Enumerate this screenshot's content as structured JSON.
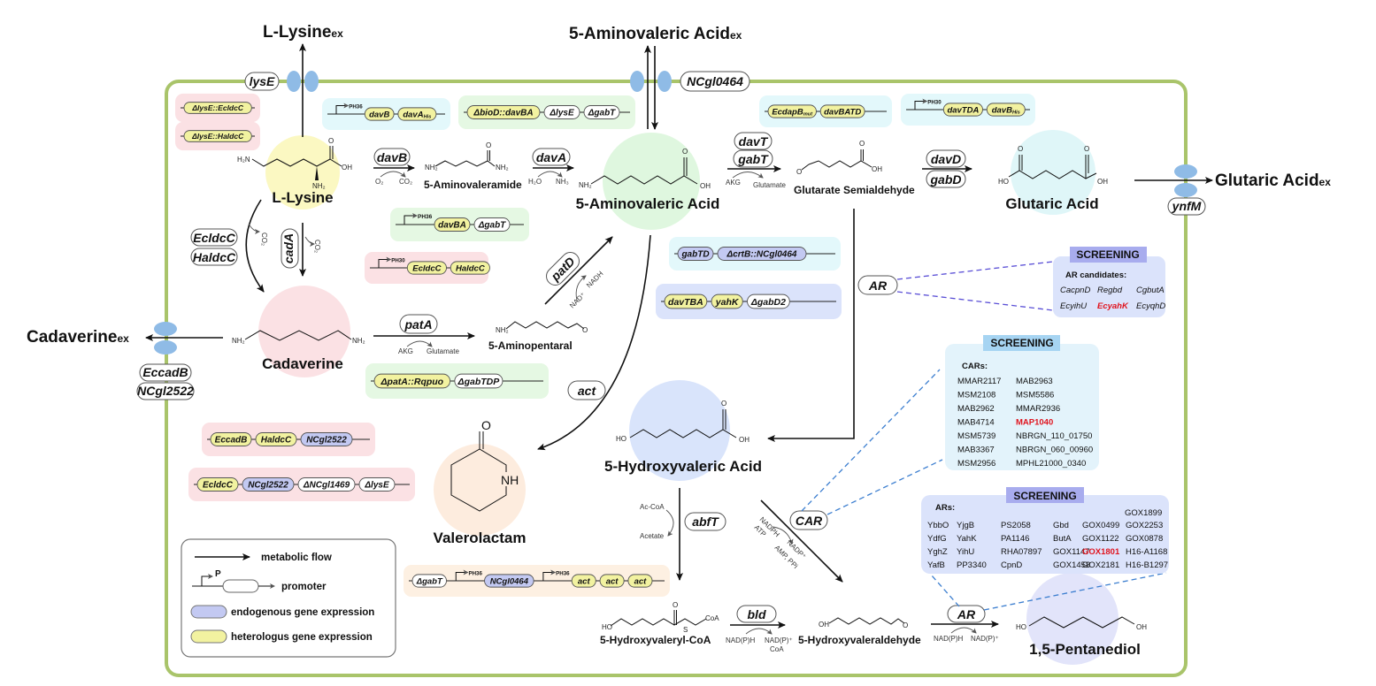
{
  "colors": {
    "membrane": "#a9c46a",
    "transporter": "#8fbbe6",
    "heterologous_gene": "#f2f2a0",
    "endogenous_gene": "#c3c9f2",
    "box_pink": "#fbe1e4",
    "box_green": "#e5f8e3",
    "box_cyan": "#e3f8fb",
    "box_blue": "#dbe3fb",
    "box_peach": "#fdf0e2",
    "screening_header": "#a8acee",
    "highlight": "#e0141e",
    "dashed_blue": "#3d7fd0",
    "dashed_purple": "#5a4fd6"
  },
  "extracellular": {
    "lysine": {
      "name": "L-Lysine",
      "suffix": "ex"
    },
    "ava": {
      "name": "5-Aminovaleric Acid",
      "suffix": "ex"
    },
    "glutaric": {
      "name": "Glutaric Acid",
      "suffix": "ex"
    },
    "cadaverine": {
      "name": "Cadaverine",
      "suffix": "ex"
    }
  },
  "transporters": {
    "lysE": "lysE",
    "ncgl0464": "NCgl0464",
    "ynfM": "ynfM",
    "eccadB": "EccadB",
    "ncgl2522": "NCgl2522"
  },
  "metabolites": {
    "lysine": "L-Lysine",
    "aminovaleramide": "5-Aminovaleramide",
    "ava": "5-Aminovaleric Acid",
    "glutarate_semialdehyde": "Glutarate Semialdehyde",
    "glutaric": "Glutaric Acid",
    "cadaverine": "Cadaverine",
    "aminopentanal": "5-Aminopentaral",
    "valerolactam": "Valerolactam",
    "hydroxyvaleric": "5-Hydroxyvaleric Acid",
    "hydroxyvaleryl_coa": "5-Hydroxyvaleryl-CoA",
    "hydroxyvaleraldehyde": "5-Hydroxyvaleraldehyde",
    "pentanediol": "1,5-Pentanediol"
  },
  "enzymes": {
    "davB": "davB",
    "davA": "davA",
    "davT": "davT",
    "gabT": "gabT",
    "davD": "davD",
    "gabD": "gabD",
    "ecldcC": "EcldcC",
    "haldcC": "HaldcC",
    "cadA": "cadA",
    "patA": "patA",
    "patD": "patD",
    "act": "act",
    "AR": "AR",
    "CAR": "CAR",
    "abfT": "abfT",
    "bld": "bld",
    "AR2": "AR"
  },
  "cofactors": {
    "o2": "O₂",
    "co2": "CO₂",
    "h2o": "H₂O",
    "nh3": "NH₃",
    "akg": "AKG",
    "glutamate": "Glutamate",
    "nad": "NAD⁺",
    "nadh": "NADH",
    "accoa": "Ac-CoA",
    "acetate": "Acetate",
    "nadph": "NADPH",
    "atp": "ATP",
    "nadp": "NADP⁺",
    "amp_ppi": "AMP, PPi",
    "nadph_p": "NAD(P)H",
    "nadp_p": "NAD(P)⁺",
    "coa": "CoA",
    "co2_a": "CO₂",
    "co2_b": "CO₂"
  },
  "chem_labels": {
    "h2n": "H₂N",
    "nh2": "NH₂",
    "oh": "OH",
    "ho": "HO",
    "o": "O",
    "nh": "NH",
    "s": "S",
    "coa": "CoA"
  },
  "constructs": [
    {
      "id": "c1",
      "color": "pink",
      "promoter": null,
      "genes": [
        {
          "label": "ΔlysE::EcldcC",
          "type": "heterologous"
        }
      ]
    },
    {
      "id": "c2",
      "color": "pink",
      "promoter": null,
      "genes": [
        {
          "label": "ΔlysE::HaldcC",
          "type": "heterologous"
        }
      ]
    },
    {
      "id": "c3",
      "color": "cyan",
      "promoter": "PH36",
      "genes": [
        {
          "label": "davB",
          "type": "heterologous"
        },
        {
          "label": "davA",
          "sub": "His",
          "type": "heterologous"
        }
      ]
    },
    {
      "id": "c4",
      "color": "green",
      "promoter": null,
      "genes": [
        {
          "label": "ΔbioD::davBA",
          "type": "heterologous"
        },
        {
          "label": "ΔlysE",
          "type": "deletion"
        },
        {
          "label": "ΔgabT",
          "type": "deletion"
        }
      ]
    },
    {
      "id": "c5",
      "color": "cyan",
      "promoter": null,
      "genes": [
        {
          "label": "EcdapB",
          "sub": "mut",
          "type": "heterologous"
        },
        {
          "label": "davBATD",
          "type": "heterologous"
        }
      ]
    },
    {
      "id": "c6",
      "color": "cyan",
      "promoter": "PH30",
      "genes": [
        {
          "label": "davTDA",
          "type": "heterologous"
        },
        {
          "label": "davB",
          "sub": "His",
          "type": "heterologous"
        }
      ]
    },
    {
      "id": "c7",
      "color": "green",
      "promoter": "PH36",
      "genes": [
        {
          "label": "davBA",
          "type": "heterologous"
        },
        {
          "label": "ΔgabT",
          "type": "deletion"
        }
      ]
    },
    {
      "id": "c8",
      "color": "pink",
      "promoter": "PH30",
      "genes": [
        {
          "label": "EcldcC",
          "type": "heterologous"
        },
        {
          "label": "HaldcC",
          "type": "heterologous"
        }
      ]
    },
    {
      "id": "c9",
      "color": "cyan",
      "promoter": null,
      "genes": [
        {
          "label": "gabTD",
          "type": "endogenous"
        },
        {
          "label": "ΔcrtB::NCgl0464",
          "type": "endogenous"
        }
      ]
    },
    {
      "id": "c10",
      "color": "blue",
      "promoter": null,
      "genes": [
        {
          "label": "davTBA",
          "type": "heterologous"
        },
        {
          "label": "yahK",
          "type": "heterologous"
        },
        {
          "label": "ΔgabD2",
          "type": "deletion"
        }
      ]
    },
    {
      "id": "c11",
      "color": "green",
      "promoter": null,
      "genes": [
        {
          "label": "ΔpatA::Rqpuo",
          "type": "heterologous"
        },
        {
          "label": "ΔgabTDP",
          "type": "deletion"
        }
      ]
    },
    {
      "id": "c12",
      "color": "pink",
      "promoter": null,
      "genes": [
        {
          "label": "EccadB",
          "type": "heterologous"
        },
        {
          "label": "HaldcC",
          "type": "heterologous"
        },
        {
          "label": "NCgl2522",
          "type": "endogenous"
        }
      ]
    },
    {
      "id": "c13",
      "color": "pink",
      "promoter": null,
      "genes": [
        {
          "label": "EcldcC",
          "type": "heterologous"
        },
        {
          "label": "NCgl2522",
          "type": "endogenous"
        },
        {
          "label": "ΔNCgl1469",
          "type": "deletion"
        },
        {
          "label": "ΔlysE",
          "type": "deletion"
        }
      ]
    },
    {
      "id": "c14",
      "color": "peach",
      "segments": [
        {
          "kind": "gene",
          "label": "ΔgabT",
          "type": "deletion"
        },
        {
          "kind": "promoter",
          "label": "PH36"
        },
        {
          "kind": "gene",
          "label": "NCgl0464",
          "type": "endogenous"
        },
        {
          "kind": "promoter",
          "label": "PH36"
        },
        {
          "kind": "gene",
          "label": "act",
          "type": "heterologous"
        },
        {
          "kind": "gene",
          "label": "act",
          "type": "heterologous"
        },
        {
          "kind": "gene",
          "label": "act",
          "type": "heterologous"
        }
      ]
    }
  ],
  "screening_ar_candidates": {
    "title": "SCREENING",
    "heading": "AR candidates:",
    "rows": [
      [
        "CacpnD",
        "Regbd",
        "CgbutA"
      ],
      [
        "EcyihU",
        "EcyahK",
        "EcyqhD"
      ]
    ],
    "highlight": "EcyahK"
  },
  "screening_cars": {
    "title": "SCREENING",
    "heading": "CARs:",
    "rows": [
      [
        "MMAR2117",
        "MAB2963"
      ],
      [
        "MSM2108",
        "MSM5586"
      ],
      [
        "MAB2962",
        "MMAR2936"
      ],
      [
        "MAB4714",
        "MAP1040"
      ],
      [
        "MSM5739",
        "NBRGN_110_01750"
      ],
      [
        "MAB3367",
        "NBRGN_060_00960"
      ],
      [
        "MSM2956",
        "MPHL21000_0340"
      ]
    ],
    "highlight": "MAP1040"
  },
  "screening_ars": {
    "title": "SCREENING",
    "heading": "ARs:",
    "top_extra": "GOX1899",
    "rows": [
      [
        "YbbO",
        "YjgB",
        "PS2058",
        "Gbd",
        "GOX0499",
        "GOX2253"
      ],
      [
        "YdfG",
        "YahK",
        "PA1146",
        "ButA",
        "GOX1122",
        "GOX0878"
      ],
      [
        "YghZ",
        "YihU",
        "RHA07897",
        "GOX1147",
        "GOX1801",
        "H16-A1168"
      ],
      [
        "YafB",
        "PP3340",
        "CpnD",
        "",
        "GOX1458",
        "GOX2181",
        "H16-B1297"
      ]
    ],
    "highlight": "GOX1801"
  },
  "legend": {
    "items": [
      {
        "key": "arrow",
        "label": "metabolic flow"
      },
      {
        "key": "promoter",
        "label": "promoter",
        "promoter_letter": "P"
      },
      {
        "key": "endogenous",
        "label": "endogenous gene expression"
      },
      {
        "key": "heterologous",
        "label": "heterologus gene expression"
      }
    ]
  }
}
